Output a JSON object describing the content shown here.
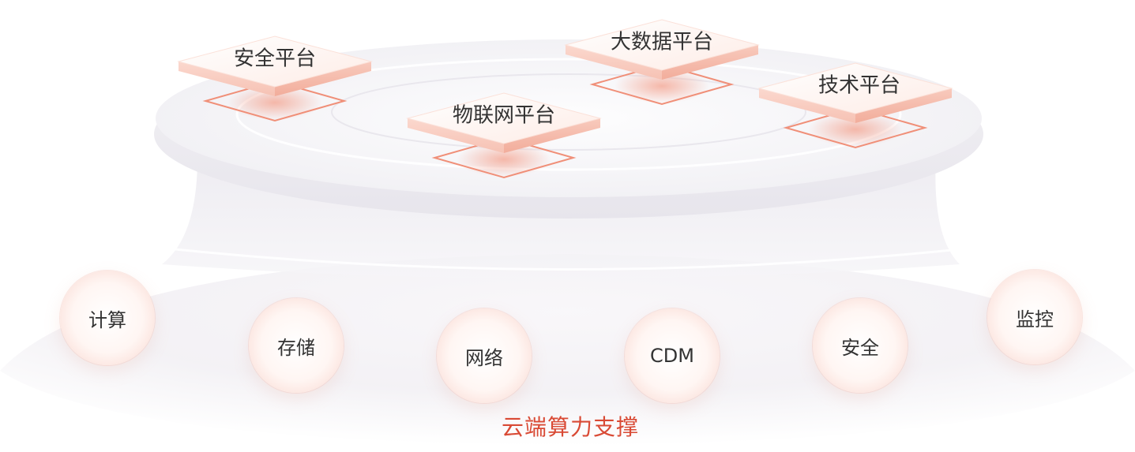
{
  "platforms": [
    {
      "label": "安全平台"
    },
    {
      "label": "大数据平台"
    },
    {
      "label": "物联网平台"
    },
    {
      "label": "技术平台"
    }
  ],
  "services": [
    {
      "label": "计算"
    },
    {
      "label": "存储"
    },
    {
      "label": "网络"
    },
    {
      "label": "CDM"
    },
    {
      "label": "安全"
    },
    {
      "label": "监控"
    }
  ],
  "caption": "云端算力支撑",
  "colors": {
    "accent": "#d94a35",
    "tile_outline": "#f08f78",
    "node_glow": "#f7d1c9",
    "text": "#333333"
  }
}
